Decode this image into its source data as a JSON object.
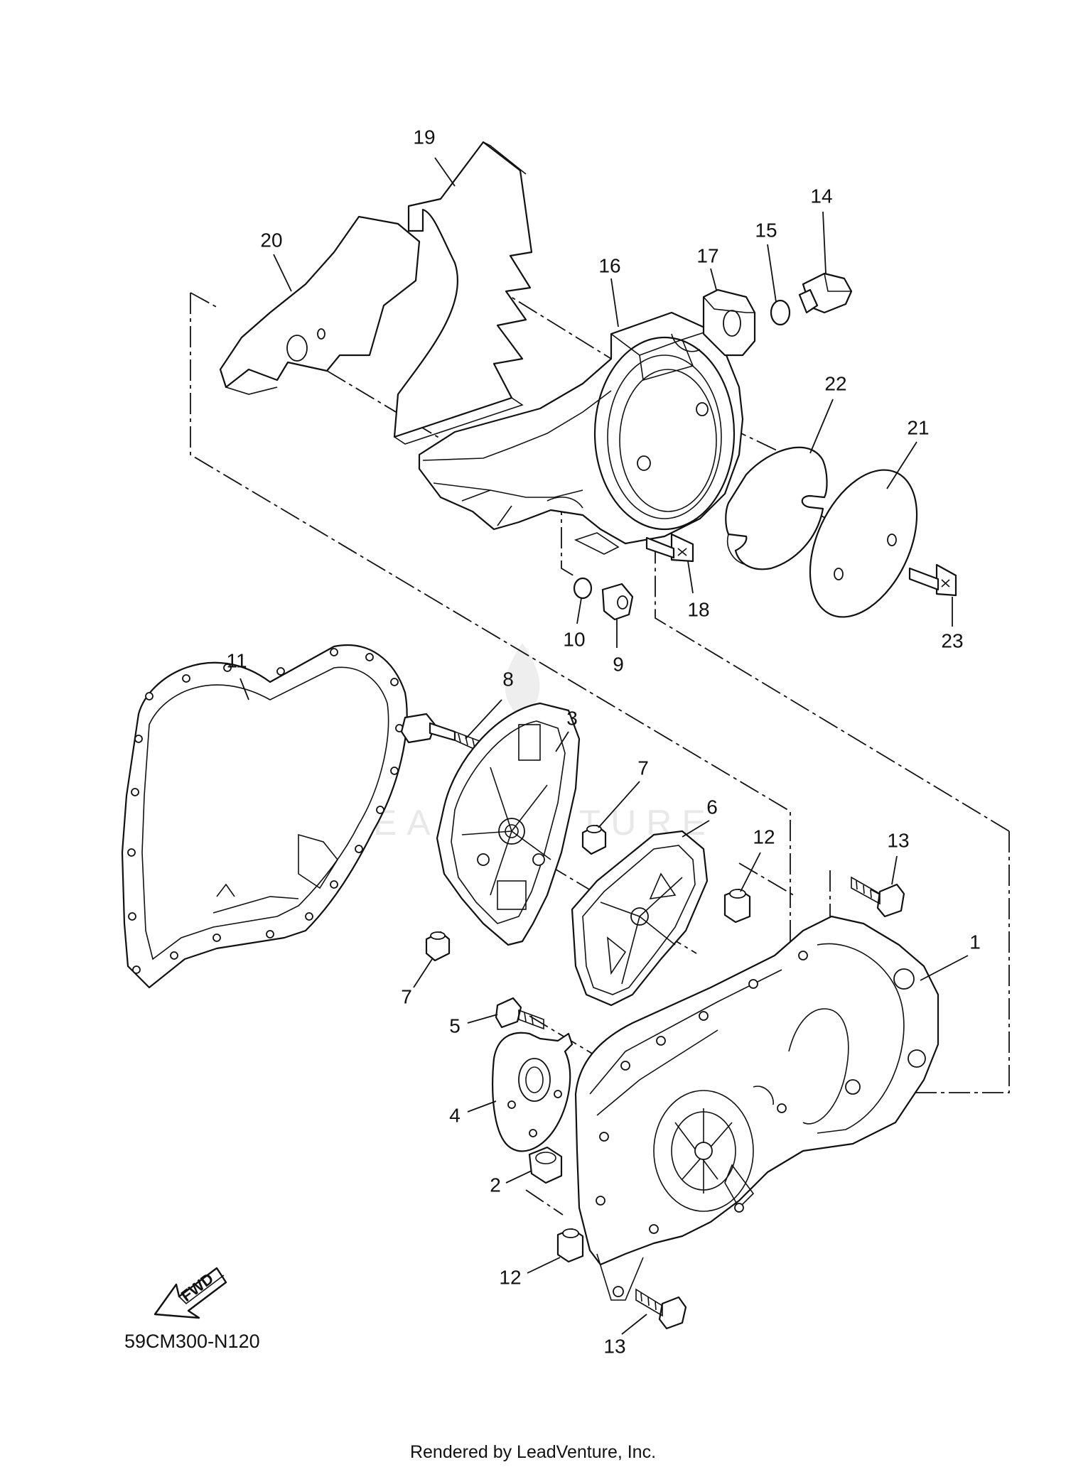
{
  "diagram_code": "59CM300-N120",
  "footer": "Rendered by LeadVenture, Inc.",
  "watermark": "LEADVENTURE",
  "fwd_badge": "FWD",
  "callouts": [
    {
      "id": "p19",
      "label": "19"
    },
    {
      "id": "p20",
      "label": "20"
    },
    {
      "id": "p16",
      "label": "16"
    },
    {
      "id": "p17",
      "label": "17"
    },
    {
      "id": "p15",
      "label": "15"
    },
    {
      "id": "p14",
      "label": "14"
    },
    {
      "id": "p22",
      "label": "22"
    },
    {
      "id": "p21",
      "label": "21"
    },
    {
      "id": "p18",
      "label": "18"
    },
    {
      "id": "p10",
      "label": "10"
    },
    {
      "id": "p9",
      "label": "9"
    },
    {
      "id": "p23",
      "label": "23"
    },
    {
      "id": "p11",
      "label": "11"
    },
    {
      "id": "p8",
      "label": "8"
    },
    {
      "id": "p3",
      "label": "3"
    },
    {
      "id": "p7a",
      "label": "7"
    },
    {
      "id": "p6",
      "label": "6"
    },
    {
      "id": "p12a",
      "label": "12"
    },
    {
      "id": "p13a",
      "label": "13"
    },
    {
      "id": "p1",
      "label": "1"
    },
    {
      "id": "p7b",
      "label": "7"
    },
    {
      "id": "p5",
      "label": "5"
    },
    {
      "id": "p4",
      "label": "4"
    },
    {
      "id": "p2",
      "label": "2"
    },
    {
      "id": "p12b",
      "label": "12"
    },
    {
      "id": "p13b",
      "label": "13"
    }
  ]
}
